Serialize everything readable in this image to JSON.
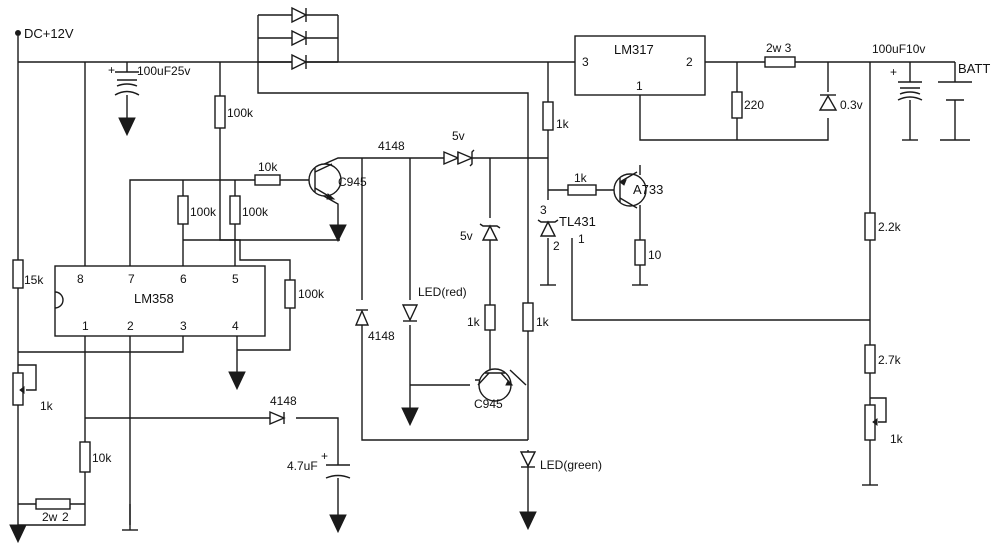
{
  "labels": {
    "supply": "DC+12V",
    "c_in": "100uF25v",
    "c_out": "100uF10v",
    "batt": "BATT",
    "reg": "LM317",
    "reg_in": "3",
    "reg_out": "2",
    "reg_adj": "1",
    "r_sense": "2w 3",
    "r_220": "220",
    "d_03": "0.3v",
    "r_100k_top": "100k",
    "r_10k_base": "10k",
    "q_c945_top": "C945",
    "d_4148_a": "4148",
    "z_5v_a": "5v",
    "z_5v_b": "5v",
    "r_1k_a": "1k",
    "r_1k_b": "1k",
    "q_a733": "A733",
    "tl431": "TL431",
    "tl_3": "3",
    "tl_2": "2",
    "tl_1": "1",
    "r_10": "10",
    "r_22k": "2.2k",
    "r_27k": "2.7k",
    "pot_1k_r": "1k",
    "r_100k_a": "100k",
    "r_100k_b": "100k",
    "r_100k_c": "100k",
    "r_15k": "15k",
    "opamp": "LM358",
    "p8": "8",
    "p7": "7",
    "p6": "6",
    "p5": "5",
    "p1": "1",
    "p2": "2",
    "p3": "3",
    "p4": "4",
    "pot_1k_l": "1k",
    "d_4148_b": "4148",
    "d_4148_c": "4148",
    "c_47": "4.7uF",
    "r_10k_l": "10k",
    "r_2w2": "2w",
    "r_2w2_val": "2",
    "led_red": "LED(red)",
    "r_1k_c": "1k",
    "r_1k_d": "1k",
    "q_c945_bot": "C945",
    "led_green": "LED(green)"
  }
}
